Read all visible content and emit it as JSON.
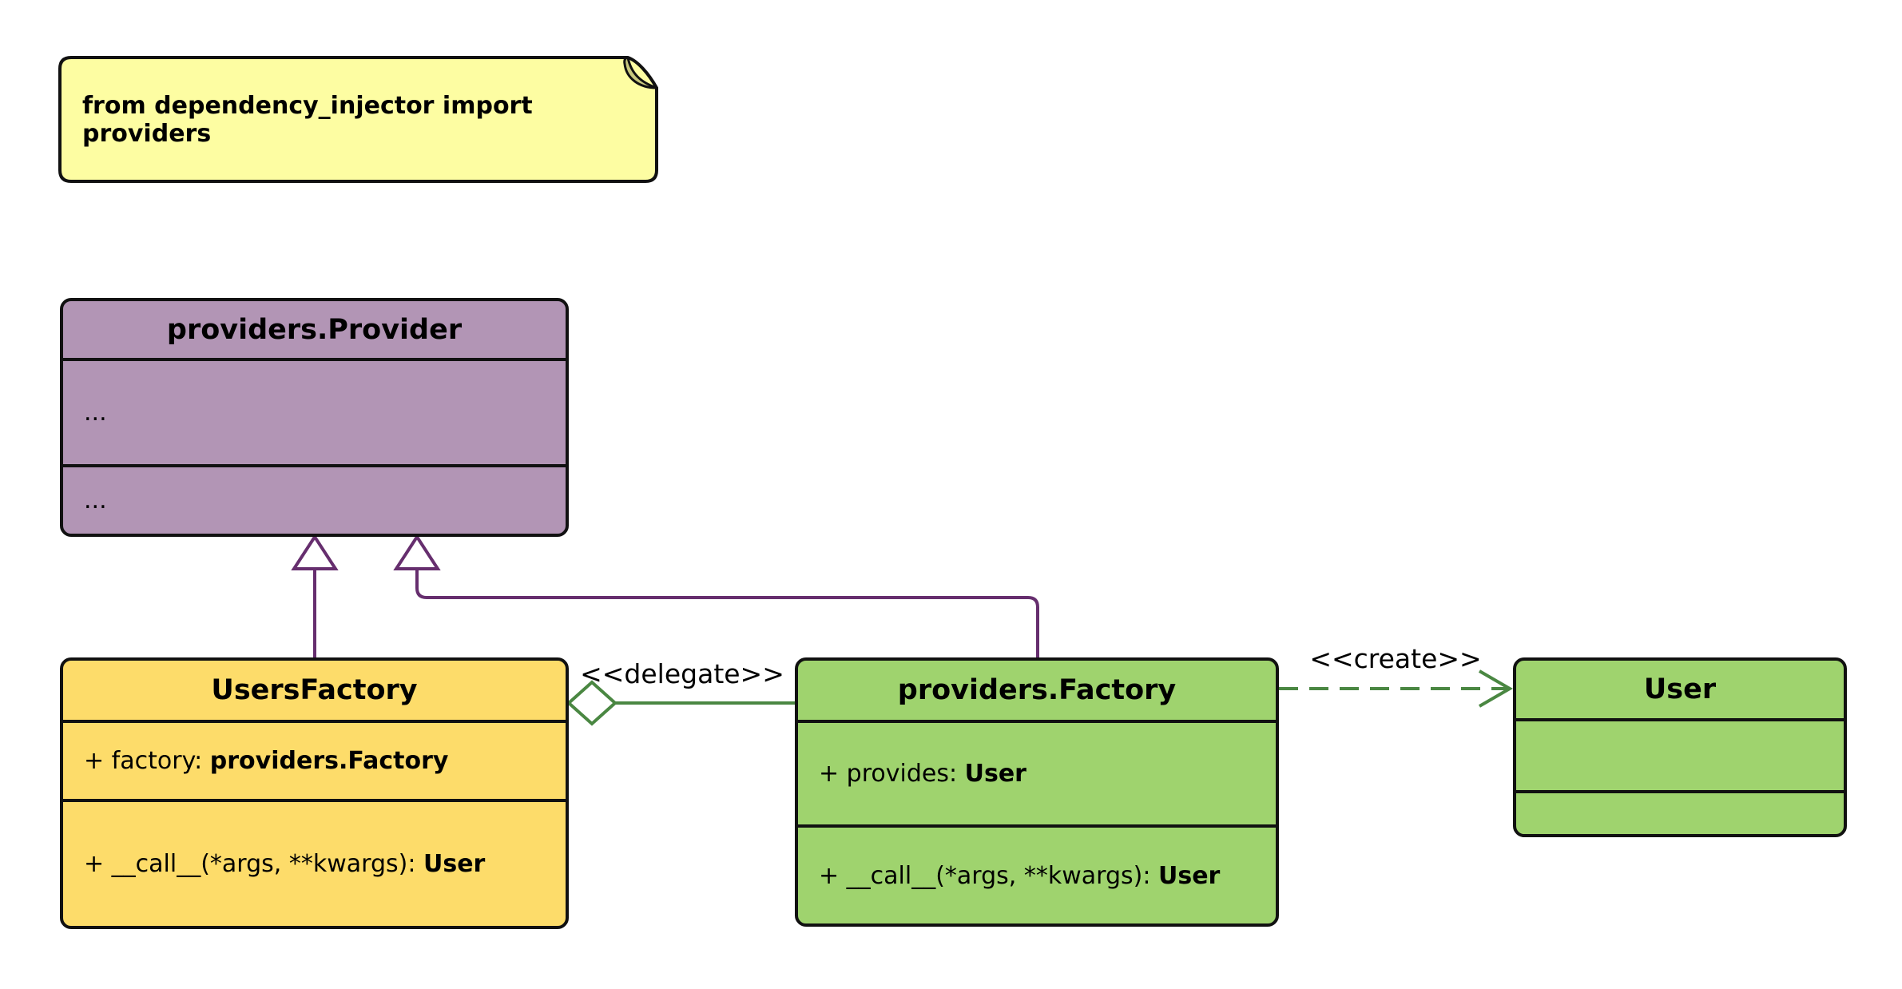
{
  "note": {
    "text": "from dependency_injector import providers"
  },
  "classes": {
    "provider": {
      "title": "providers.Provider",
      "attributes_placeholder": "...",
      "methods_placeholder": "..."
    },
    "users_factory": {
      "title": "UsersFactory",
      "attribute_prefix": "+ factory: ",
      "attribute_type": "providers.Factory",
      "method_prefix": "+ __call__(*args, **kwargs): ",
      "method_return": "User"
    },
    "factory": {
      "title": "providers.Factory",
      "attribute_prefix": "+ provides: ",
      "attribute_type": "User",
      "method_prefix": "+ __call__(*args, **kwargs): ",
      "method_return": "User"
    },
    "user": {
      "title": "User"
    }
  },
  "edge_labels": {
    "delegate": "<<delegate>>",
    "create": "<<create>>"
  },
  "colors": {
    "background": "#FFFFFF",
    "note_fill": "#FDFDA2",
    "note_fold": "#C8C87E",
    "provider_fill": "#B295B5",
    "users_factory_fill": "#FDDC6A",
    "factory_fill": "#9FD36E",
    "user_fill": "#9FD36E",
    "box_border": "#111111",
    "inheritance_line": "#662E6E",
    "association_line": "#4A8742",
    "text": "#000000"
  }
}
